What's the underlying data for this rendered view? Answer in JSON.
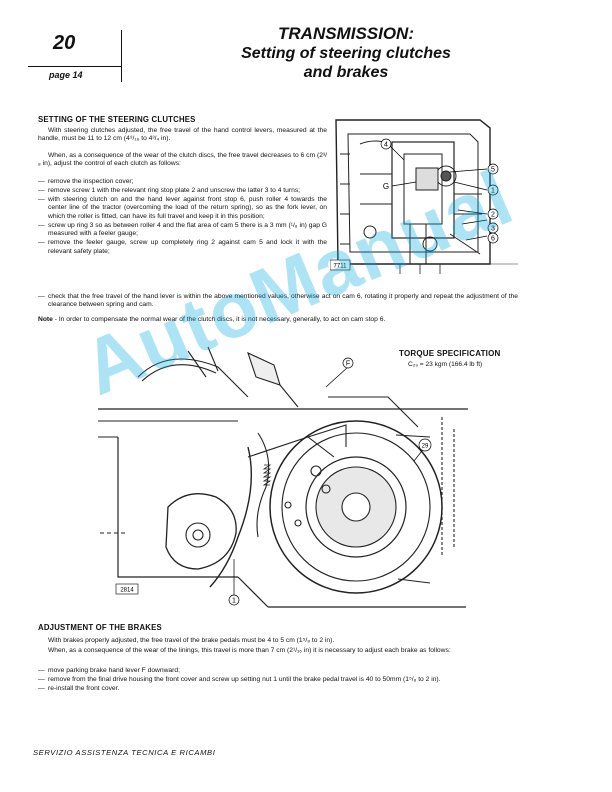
{
  "header": {
    "section_number": "20",
    "page_label": "page 14",
    "title": "TRANSMISSION:",
    "subtitle_line1": "Setting of steering clutches",
    "subtitle_line2": "and brakes"
  },
  "steering": {
    "heading": "SETTING OF THE STEERING CLUTCHES",
    "para1": "With steering clutches adjusted, the free travel of the hand control levers, measured at the handle, must be 11 to 12 cm (4⁹/₁₆ to 4³/₄ in).",
    "para2": "When, as a consequence of the wear of the clutch discs, the free travel decreases to 6 cm (2³/₈ in), adjust the control of each clutch as follows:",
    "steps": [
      "remove the inspection cover;",
      "remove screw 1 with the relevant ring stop plate 2 and unscrew the latter 3 to 4 turns;",
      "with steering clutch on and the hand lever against front stop 6, push roller 4 towards the center line of the tractor (overcoming the load of the return spring), so as the fork lever, on which the roller is fitted, can have its full travel and keep it in this position;",
      "screw up ring 3 so as between roller 4 and the flat area of cam 5 there is a 3 mm (¹/₈ in) gap G measured with a feeler gauge;",
      "remove the feeler gauge, screw up completely ring 2 against cam 5 and lock it with the relevant safety plate;",
      "check that the free travel of the hand lever is within the above mentioned values, otherwise act on cam 6, rotating it properly and repeat the adjustment of the clearance between spring and cam."
    ],
    "note_label": "Note",
    "note_text": " - In order to compensate the normal wear of the clutch discs, it is not necessary, generally, to act on cam stop 6."
  },
  "figure1": {
    "ref": "7711",
    "callouts": [
      "4",
      "G",
      "5",
      "1",
      "2",
      "3",
      "6"
    ]
  },
  "figure2": {
    "ref": "2814",
    "callouts": [
      "F",
      "1",
      "29"
    ]
  },
  "torque": {
    "heading": "TORQUE SPECIFICATION",
    "value": "C₂₉ = 23 kgm (166.4 lb ft)"
  },
  "brakes": {
    "heading": "ADJUSTMENT OF THE BRAKES",
    "para1": "With brakes properly adjusted, the free travel of the brake pedals must be 4 to 5 cm (1⁵/₈ to 2 in).",
    "para2": "When, as a consequence of the wear of the linings, this travel is more than 7 cm (2¹/₁₆ in) it is necessary to adjust each brake as follows:",
    "steps": [
      "move parking brake hand lever F downward;",
      "remove from the final drive housing the front cover and screw up setting nut 1 until the brake pedal travel is 40 to 50mm (1⁵/₈ to 2 in).",
      "re-install the front cover."
    ]
  },
  "watermark": "AutoManual",
  "footer": "SERVIZIO ASSISTENZA TECNICA E RICAMBI"
}
